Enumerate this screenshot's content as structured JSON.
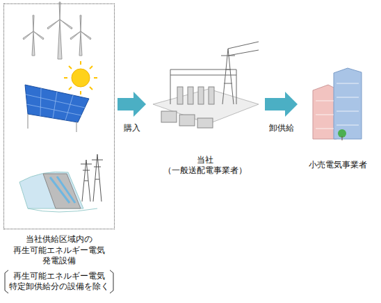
{
  "diagram": {
    "nodes": [
      {
        "text": [
          "当社供給区域内の 再生可能エネルギー電気 発電設備",
          "再生可能エネルギー電気 特定卸供給分の設備を除く"
        ]
      },
      {
        "text": [
          "当社 （一般送配電事業者）"
        ]
      },
      {
        "text": [
          "小売電気事業者"
        ]
      }
    ],
    "edges": [
      {
        "from": 0,
        "to": 1,
        "label": "購入",
        "arrow": "to"
      },
      {
        "from": 1,
        "to": 2,
        "label": "卸供給",
        "arrow": "to"
      }
    ]
  }
}
